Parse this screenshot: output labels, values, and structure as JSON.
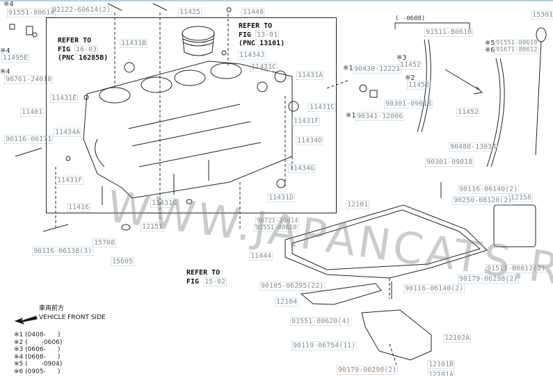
{
  "watermark": "WWW.JAPANCATS.RU",
  "refs": {
    "r1": {
      "line1": "REFER TO",
      "fig_prefix": "FIG",
      "fig": "13-01",
      "pnc": "(PNC 13101)"
    },
    "r2": {
      "line1": "REFER TO",
      "fig_prefix": "FIG",
      "fig": "16-03",
      "pnc": "(PNC 16285B)"
    },
    "r3": {
      "line1": "REFER TO",
      "fig_prefix": "FIG",
      "fig": "15-02"
    }
  },
  "marks": {
    "m4a": "※4",
    "m4b": "※4",
    "m4c": "※4",
    "m1a": "※1",
    "m1b": "※1",
    "m3": "※3",
    "m2": "※2",
    "m5": "※5",
    "m6": "※6"
  },
  "bracket_range": "(       -0608)",
  "parts": {
    "p91551_80614": "91551-80614",
    "p92122": "92122-60614(2)",
    "p11425": "11425",
    "p11448": "11448",
    "p11495E": "11495E",
    "p96761": "96761-24010",
    "p11431B": "11431B",
    "p11434J": "11434J",
    "p11431C_1": "11431C",
    "p11431A": "11431A",
    "p11431E": "11431E",
    "p11401": "11401",
    "p11431C_2": "11431C",
    "p11431F_1": "11431F",
    "p11434D": "11434D",
    "p11434G": "11434G",
    "p90116_06171": "90116-06171",
    "p11434A": "11434A",
    "p11431F_2": "11431F",
    "p11416": "11416",
    "p11431G": "11431G",
    "p11431D": "11431D",
    "p12151": "12151",
    "p90116_06138": "90116-06138(3)",
    "p15708": "15708",
    "p15605": "15605",
    "p96721": "96721-24014",
    "p91551_80610a": "91551-80610",
    "p11444": "11444",
    "p90430": "90430-12221",
    "p90341": "90341-12006",
    "p91511_B0610": "91511-B0610",
    "p11452_3": "11452",
    "p11452_2": "11452",
    "p90301_a": "90301-09018",
    "p91551_80610b": "91551-80610",
    "p91671": "91671-80612",
    "p15301": "15301",
    "p11452_c": "11452",
    "p90480": "90480-13034",
    "p90301_b": "90301-09018",
    "p90116_06140a": "90116-06140(2)",
    "p90250": "90250-08120(2)",
    "p12156": "12156",
    "p12101": "12101",
    "p91511_B0812": "91511-B0812(2)",
    "p90179_a": "90179-06298(2)",
    "p90116_06140b": "90116-06140(2)",
    "p90105": "90105-06295(22)",
    "p12104": "12104",
    "p91551_80620": "91551-80620(4)",
    "p90119": "90119-06754(11)",
    "p12102A": "12102A",
    "p90179_b": "90179-06298(2)",
    "p12101B": "12101B",
    "p12101A": "12101A"
  },
  "front": {
    "jp": "車両前方",
    "en": "VEHICLE FRONT SIDE"
  },
  "notes": [
    "※1 (0408-      )",
    "※2 (       -0606)",
    "※3 (0606-      )",
    "※4 (0608-      )",
    "※5 (       -0904)",
    "※6 (0905-      )"
  ]
}
